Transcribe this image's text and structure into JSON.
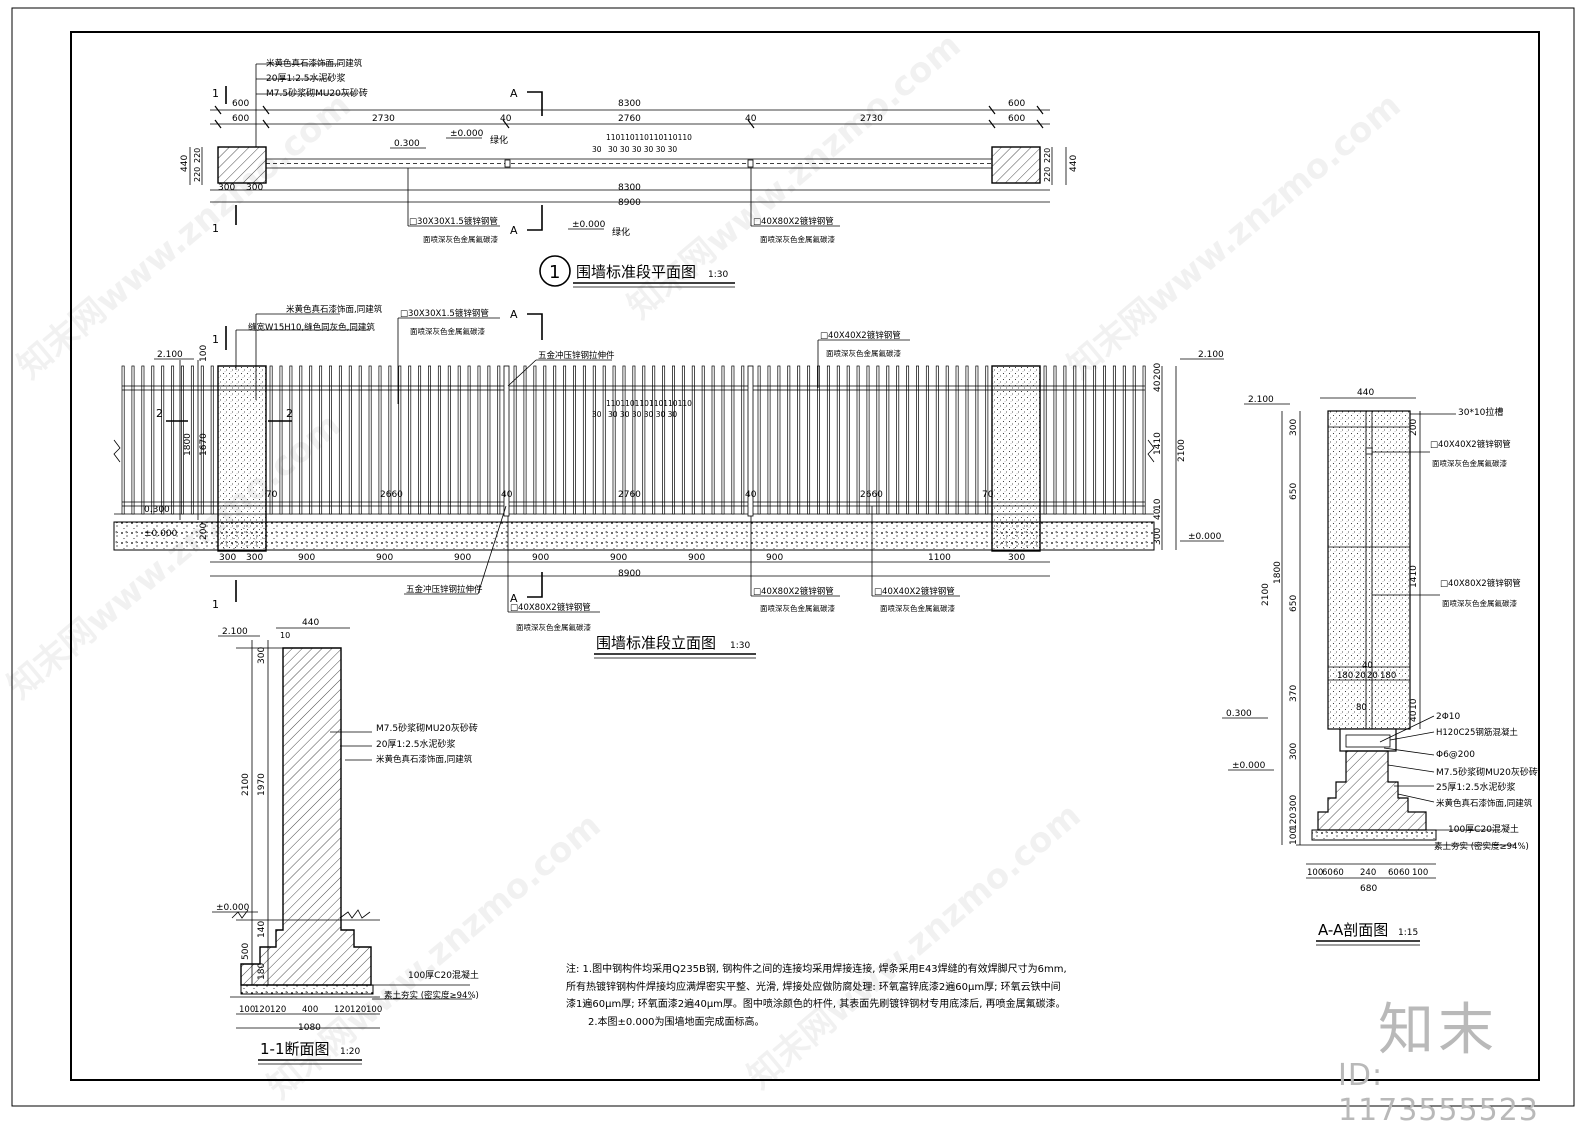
{
  "plan": {
    "title": "围墙标准段平面图",
    "scale": "1:30",
    "circle_no": "1",
    "notes": [
      "米黄色真石漆饰面,同建筑",
      "20厚1:2.5水泥砂浆",
      "M7.5砂浆砌MU20灰砂砖"
    ],
    "top_dims": [
      "600",
      "2730",
      "40",
      "2760",
      "40",
      "2730",
      "600"
    ],
    "overall_top": "8300",
    "left_600": "600",
    "right_600": "600",
    "spacing": "110110110110110110",
    "spacing_30": "30",
    "bottom_dims": [
      "300",
      "300",
      "8300",
      "8900"
    ],
    "side_dims": [
      "440",
      "220",
      "220"
    ],
    "level_0300": "0.300",
    "level_0000": "±0.000",
    "green": "绿化",
    "pipe1": "□30X30X1.5镀锌钢管",
    "pipe1_note": "面喷深灰色金属氟碳漆",
    "pipe2": "□40X80X2镀锌钢管",
    "pipe2_note": "面喷深灰色金属氟碳漆",
    "cut_A": "A",
    "cut_1": "1"
  },
  "elevation": {
    "title": "围墙标准段立面图",
    "scale": "1:30",
    "notes": [
      "米黄色真石漆饰面,同建筑",
      "缝宽W15H10,缝色同灰色,同建筑"
    ],
    "pipe1": "□30X30X1.5镀锌钢管",
    "pipe1_note": "面喷深灰色金属氟碳漆",
    "pipe2": "□40X40X2镀锌钢管",
    "pipe2_note": "面喷深灰色金属氟碳漆",
    "fitting": "五金冲压锌钢拉伸件",
    "fitting2": "五金冲压锌钢拉伸件",
    "pipe3": "□40X80X2镀锌钢管",
    "pipe3_note": "面喷深灰色金属氟碳漆",
    "pipe4": "□40X80X2镀锌钢管",
    "pipe4_note": "面喷深灰色金属氟碳漆",
    "pipe5": "□40X40X2镀锌钢管",
    "pipe5_note": "面喷深灰色金属氟碳漆",
    "level_2100": "2.100",
    "level_0300": "0.300",
    "level_0000": "±0.000",
    "left_dims": [
      "100",
      "1800",
      "1670",
      "200"
    ],
    "right_dims": [
      "200",
      "40",
      "1410",
      "2100",
      "10",
      "40",
      "300"
    ],
    "mid_dims": [
      "70",
      "2660",
      "40",
      "2760",
      "40",
      "2660",
      "70"
    ],
    "spacing": "110110110110110110",
    "spacing_30": "30",
    "bottom_dims": [
      "300",
      "300",
      "900",
      "900",
      "900",
      "900",
      "900",
      "900",
      "900",
      "1100",
      "300"
    ],
    "overall": "8900",
    "cut_2": "2",
    "cut_A": "A",
    "cut_1": "1"
  },
  "section11": {
    "title": "1-1断面图",
    "scale": "1:20",
    "width_top": "440",
    "offset": "10",
    "dims": [
      "300",
      "2100",
      "1970",
      "500",
      "140",
      "180"
    ],
    "level_2100": "2.100",
    "level_0000": "±0.000",
    "notes": [
      "M7.5砂浆砌MU20灰砂砖",
      "20厚1:2.5水泥砂浆",
      "米黄色真石漆饰面,同建筑"
    ],
    "base_notes": [
      "100厚C20混凝土",
      "素土夯实 (密实度≥94%)"
    ],
    "bottom_dims": [
      "100",
      "120",
      "120",
      "400",
      "120",
      "120",
      "100"
    ],
    "overall": "1080"
  },
  "sectionAA": {
    "title": "A-A剖面图",
    "scale": "1:15",
    "width_top": "440",
    "groove": "30*10拉槽",
    "pipe1": "□40X40X2镀锌钢管",
    "pipe1_note": "面喷深灰色金属氟碳漆",
    "pipe2": "□40X80X2镀锌钢管",
    "pipe2_note": "面喷深灰色金属氟碳漆",
    "level_2100": "2.100",
    "level_0300": "0.300",
    "level_0000": "±0.000",
    "left_dims": [
      "300",
      "650",
      "1800",
      "650",
      "2100",
      "370",
      "300",
      "300",
      "120",
      "100"
    ],
    "right_dims": [
      "200",
      "1410",
      "10",
      "40"
    ],
    "mid_dims": [
      "180",
      "20",
      "20",
      "180",
      "40",
      "80"
    ],
    "rebar": [
      "2Φ10",
      "H120C25钢筋混凝土",
      "Φ6@200",
      "M7.5砂浆砌MU20灰砂砖",
      "25厚1:2.5水泥砂浆",
      "米黄色真石漆饰面,同建筑",
      "100厚C20混凝土",
      "素土夯实 (密实度≥94%)"
    ],
    "bottom_dims": [
      "100",
      "60",
      "60",
      "240",
      "60",
      "60",
      "100"
    ],
    "overall": "680"
  },
  "general_notes": {
    "line1": "注:  1.图中钢构件均采用Q235B钢, 钢构件之间的连接均采用焊接连接, 焊条采用E43焊缝的有效焊脚尺寸为6mm,",
    "line2": "所有热镀锌钢构件焊接均应满焊密实平整、光滑, 焊接处应做防腐处理: 环氧富锌底漆2遍60μm厚; 环氧云铁中间",
    "line3": "漆1遍60μm厚; 环氧面漆2遍40μm厚。图中喷涂颜色的杆件, 其表面先刷镀锌钢材专用底漆后, 再喷金属氟碳漆。",
    "line4": "2.本图±0.000为围墙地面完成面标高。"
  },
  "watermark": {
    "brand": "知末",
    "id": "ID: 1173555523",
    "text": "知末网www.znzmo.com"
  }
}
